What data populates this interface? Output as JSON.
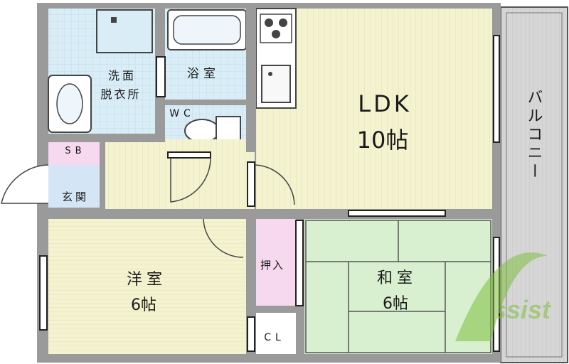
{
  "rooms": {
    "ldk": {
      "name": "LDK",
      "size": "10帖"
    },
    "western": {
      "name": "洋室",
      "size": "6帖"
    },
    "japanese": {
      "name": "和室",
      "size": "6帖"
    },
    "washroom": {
      "line1": "洗面",
      "line2": "脱衣所"
    },
    "bath": {
      "name": "浴室"
    },
    "wc": {
      "name": "WC"
    },
    "shoe_box": {
      "name": "SB"
    },
    "entrance": {
      "name": "玄関"
    },
    "closet_oshiire": {
      "name": "押入"
    },
    "closet_cl": {
      "name": "CL"
    },
    "balcony": {
      "name": "バルコニー"
    }
  },
  "watermark": {
    "text": "Assist"
  },
  "colors": {
    "wall": "#8f8f8f",
    "ldk_floor": "#f4f3cf",
    "western_floor": "#f4f3cf",
    "tatami": "#d8f0cf",
    "wet_area": "#d9edf7",
    "closet": "#f6d9ee",
    "balcony": "#cfcfcf",
    "entrance": "#d4e6f6",
    "watermark": "#7fbf3f"
  }
}
